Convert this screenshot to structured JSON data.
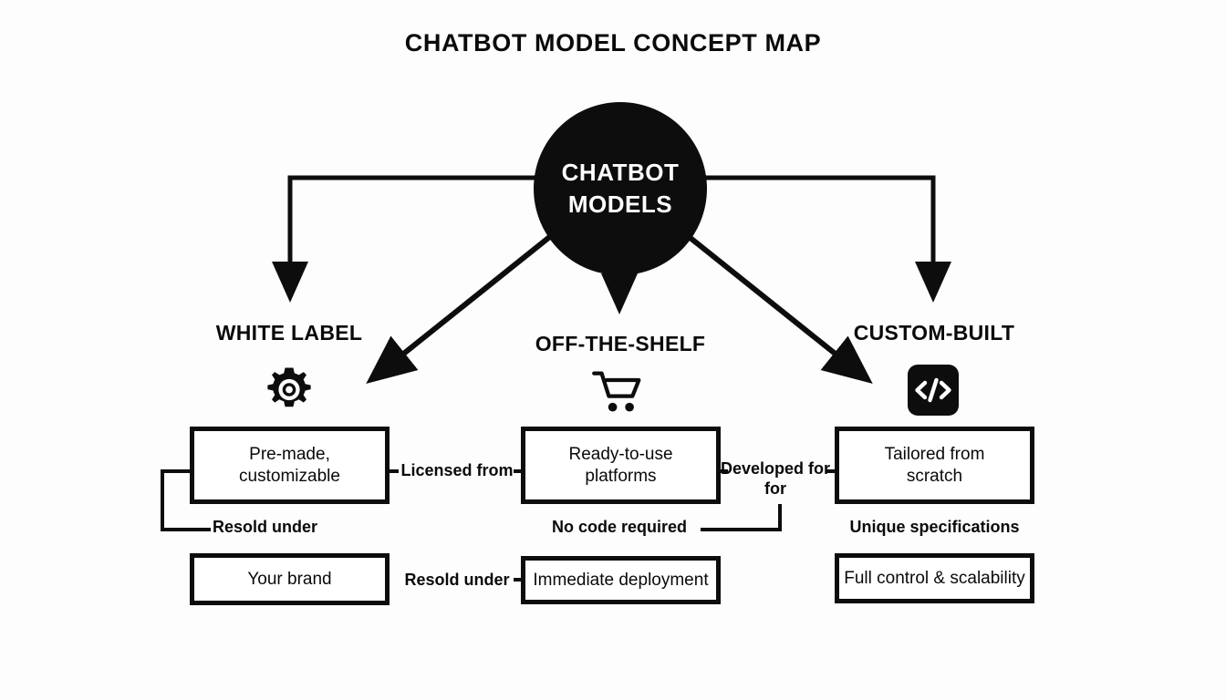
{
  "page": {
    "title": "CHATBOT MODEL CONCEPT MAP",
    "background_color": "#fdfdfd",
    "ink_color": "#0d0d0d"
  },
  "hub": {
    "line1": "CHATBOT",
    "line2": "MODELS",
    "fill_color": "#0d0d0d",
    "text_color": "#ffffff"
  },
  "branches": [
    {
      "id": "white-label",
      "title": "WHITE LABEL",
      "icon": "gear-icon",
      "primary_box": "Pre-made,\ncustomizable",
      "secondary_box": "Your brand",
      "connector_label": "Resold under"
    },
    {
      "id": "off-the-shelf",
      "title": "OFF-THE-SHELF",
      "icon": "shopping-cart-icon",
      "primary_box": "Ready-to-use\nplatforms",
      "secondary_box": "Immediate deployment",
      "connector_label": "No code required"
    },
    {
      "id": "custom-built",
      "title": "CUSTOM-BUILT",
      "icon": "code-icon",
      "primary_box": "Tailored from\nscratch",
      "secondary_box": "Full control & scalability",
      "connector_label": "Unique specifications"
    }
  ],
  "edge_labels": {
    "licensed_from": "Licensed from",
    "developed_for": "Developed for\nfor",
    "resold_under_left": "Resold under",
    "resold_under_middle": "Resold under",
    "no_code_required": "No code required",
    "unique_specifications": "Unique specifications"
  },
  "chart_data": {
    "type": "diagram",
    "layout": "concept-map",
    "root": "CHATBOT MODELS",
    "nodes": [
      {
        "id": "root",
        "label": "CHATBOT MODELS",
        "shape": "circle",
        "filled": true
      },
      {
        "id": "white-label",
        "label": "WHITE LABEL",
        "shape": "heading"
      },
      {
        "id": "off-the-shelf",
        "label": "OFF-THE-SHELF",
        "shape": "heading"
      },
      {
        "id": "custom-built",
        "label": "CUSTOM-BUILT",
        "shape": "heading"
      },
      {
        "id": "premade",
        "label": "Pre-made, customizable",
        "shape": "box"
      },
      {
        "id": "ready",
        "label": "Ready-to-use platforms",
        "shape": "box"
      },
      {
        "id": "tailored",
        "label": "Tailored from scratch",
        "shape": "box"
      },
      {
        "id": "brand",
        "label": "Your brand",
        "shape": "box"
      },
      {
        "id": "immediate",
        "label": "Immediate deployment",
        "shape": "box"
      },
      {
        "id": "fullctrl",
        "label": "Full control & scalability",
        "shape": "box"
      }
    ],
    "edges": [
      {
        "from": "root",
        "to": "white-label",
        "style": "elbow-arrow",
        "label": ""
      },
      {
        "from": "root",
        "to": "off-the-shelf",
        "style": "straight-arrow",
        "label": ""
      },
      {
        "from": "root",
        "to": "custom-built",
        "style": "elbow-arrow",
        "label": ""
      },
      {
        "from": "root",
        "to": "premade",
        "style": "diagonal-arrow",
        "label": ""
      },
      {
        "from": "root",
        "to": "tailored",
        "style": "diagonal-arrow",
        "label": ""
      },
      {
        "from": "premade",
        "to": "ready",
        "style": "line",
        "label": "Licensed from"
      },
      {
        "from": "ready",
        "to": "tailored",
        "style": "line",
        "label": "Developed for for"
      },
      {
        "from": "premade",
        "to": "brand",
        "style": "elbow-line",
        "label": "Resold under"
      },
      {
        "from": "ready",
        "to": "immediate",
        "style": "line",
        "label": "Resold under"
      },
      {
        "from": "immediate",
        "to": "tailored",
        "style": "elbow-line",
        "label": "No code required"
      },
      {
        "from": "tailored",
        "to": "fullctrl",
        "style": "label-only",
        "label": "Unique specifications"
      }
    ]
  }
}
